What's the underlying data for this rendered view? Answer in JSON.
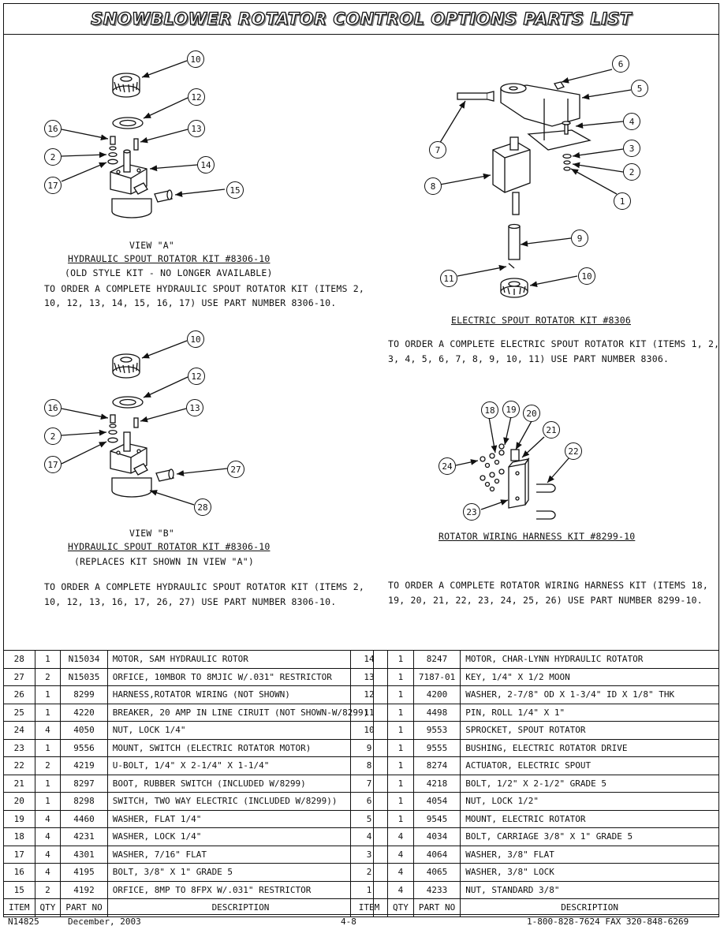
{
  "title": "SNOWBLOWER ROTATOR CONTROL OPTIONS PARTS LIST",
  "view_a": {
    "label": "VIEW \"A\"",
    "kit": "HYDRAULIC SPOUT ROTATOR KIT #8306-10",
    "note": "(OLD STYLE KIT - NO LONGER AVAILABLE)",
    "order_1": "TO ORDER A COMPLETE HYDRAULIC SPOUT ROTATOR KIT (ITEMS 2,",
    "order_2": "10, 12, 13, 14, 15, 16, 17) USE PART NUMBER 8306-10.",
    "callouts": [
      "10",
      "12",
      "16",
      "13",
      "2",
      "14",
      "17",
      "15"
    ]
  },
  "view_b": {
    "label": "VIEW \"B\"",
    "kit": "HYDRAULIC SPOUT ROTATOR KIT #8306-10",
    "note": "(REPLACES KIT SHOWN IN VIEW \"A\")",
    "order_1": "TO ORDER A COMPLETE HYDRAULIC SPOUT ROTATOR KIT (ITEMS 2,",
    "order_2": "10, 12, 13, 16, 17, 26, 27) USE PART NUMBER 8306-10.",
    "callouts": [
      "10",
      "12",
      "16",
      "13",
      "2",
      "17",
      "27",
      "28"
    ]
  },
  "electric": {
    "kit": "ELECTRIC SPOUT ROTATOR KIT #8306",
    "order_1": "TO ORDER A COMPLETE ELECTRIC SPOUT ROTATOR KIT (ITEMS 1, 2,",
    "order_2": "3, 4, 5, 6, 7, 8, 9, 10, 11) USE PART NUMBER 8306.",
    "callouts": [
      "6",
      "5",
      "4",
      "3",
      "2",
      "1",
      "7",
      "8",
      "9",
      "10",
      "11"
    ]
  },
  "harness": {
    "kit": "ROTATOR WIRING HARNESS KIT #8299-10",
    "order_1": "TO ORDER A COMPLETE ROTATOR WIRING HARNESS KIT (ITEMS 18,",
    "order_2": "19, 20, 21, 22, 23, 24, 25, 26) USE PART NUMBER 8299-10.",
    "callouts": [
      "18",
      "19",
      "20",
      "21",
      "22",
      "24",
      "23"
    ]
  },
  "table": {
    "headers": [
      "ITEM",
      "QTY",
      "PART NO",
      "DESCRIPTION"
    ],
    "left": [
      [
        "28",
        "1",
        "N15034",
        "MOTOR, SAM HYDRAULIC ROTOR"
      ],
      [
        "27",
        "2",
        "N15035",
        "ORFICE, 10MBOR TO 8MJIC W/.031\" RESTRICTOR"
      ],
      [
        "26",
        "1",
        "8299",
        "HARNESS,ROTATOR WIRING (NOT SHOWN)"
      ],
      [
        "25",
        "1",
        "4220",
        "BREAKER, 20 AMP IN LINE CIRUIT (NOT SHOWN-W/8299)"
      ],
      [
        "24",
        "4",
        "4050",
        "NUT, LOCK 1/4\""
      ],
      [
        "23",
        "1",
        "9556",
        "MOUNT, SWITCH (ELECTRIC ROTATOR MOTOR)"
      ],
      [
        "22",
        "2",
        "4219",
        "U-BOLT, 1/4\" X 2-1/4\" X 1-1/4\""
      ],
      [
        "21",
        "1",
        "8297",
        "BOOT, RUBBER SWITCH (INCLUDED W/8299)"
      ],
      [
        "20",
        "1",
        "8298",
        "SWITCH, TWO WAY ELECTRIC (INCLUDED W/8299))"
      ],
      [
        "19",
        "4",
        "4460",
        "WASHER, FLAT 1/4\""
      ],
      [
        "18",
        "4",
        "4231",
        "WASHER, LOCK 1/4\""
      ],
      [
        "17",
        "4",
        "4301",
        "WASHER, 7/16\" FLAT"
      ],
      [
        "16",
        "4",
        "4195",
        "BOLT, 3/8\" X 1\" GRADE 5"
      ],
      [
        "15",
        "2",
        "4192",
        "ORFICE, 8MP TO 8FPX W/.031\" RESTRICTOR"
      ]
    ],
    "right": [
      [
        "14",
        "1",
        "8247",
        "MOTOR, CHAR-LYNN HYDRAULIC ROTATOR"
      ],
      [
        "13",
        "1",
        "7187-01",
        "KEY, 1/4\" X 1/2 MOON"
      ],
      [
        "12",
        "1",
        "4200",
        "WASHER, 2-7/8\" OD X 1-3/4\" ID X 1/8\" THK"
      ],
      [
        "11",
        "1",
        "4498",
        "PIN, ROLL 1/4\" X 1\""
      ],
      [
        "10",
        "1",
        "9553",
        "SPROCKET, SPOUT ROTATOR"
      ],
      [
        "9",
        "1",
        "9555",
        "BUSHING, ELECTRIC ROTATOR DRIVE"
      ],
      [
        "8",
        "1",
        "8274",
        "ACTUATOR, ELECTRIC SPOUT"
      ],
      [
        "7",
        "1",
        "4218",
        "BOLT, 1/2\" X 2-1/2\" GRADE 5"
      ],
      [
        "6",
        "1",
        "4054",
        "NUT, LOCK 1/2\""
      ],
      [
        "5",
        "1",
        "9545",
        "MOUNT, ELECTRIC ROTATOR"
      ],
      [
        "4",
        "4",
        "4034",
        "BOLT, CARRIAGE 3/8\" X 1\" GRADE 5"
      ],
      [
        "3",
        "4",
        "4064",
        "WASHER, 3/8\" FLAT"
      ],
      [
        "2",
        "4",
        "4065",
        "WASHER, 3/8\" LOCK"
      ],
      [
        "1",
        "4",
        "4233",
        "NUT, STANDARD 3/8\""
      ]
    ]
  },
  "footer": {
    "doc": "N14825",
    "date": "December, 2003",
    "page": "4-8",
    "phone": "1-800-828-7624  FAX 320-848-6269"
  }
}
